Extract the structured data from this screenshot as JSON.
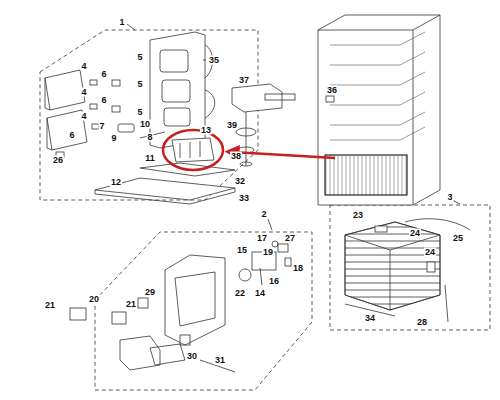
{
  "diagram": {
    "labels": [
      "1",
      "4",
      "6",
      "5",
      "35",
      "4",
      "6",
      "5",
      "4",
      "7",
      "5",
      "10",
      "8",
      "9",
      "6",
      "26",
      "37",
      "36",
      "39",
      "38",
      "13",
      "11",
      "32",
      "12",
      "33",
      "2",
      "3",
      "23",
      "24",
      "25",
      "17",
      "27",
      "15",
      "19",
      "18",
      "16",
      "22",
      "14",
      "24",
      "29",
      "20",
      "21",
      "21",
      "28",
      "34",
      "30",
      "31"
    ]
  }
}
